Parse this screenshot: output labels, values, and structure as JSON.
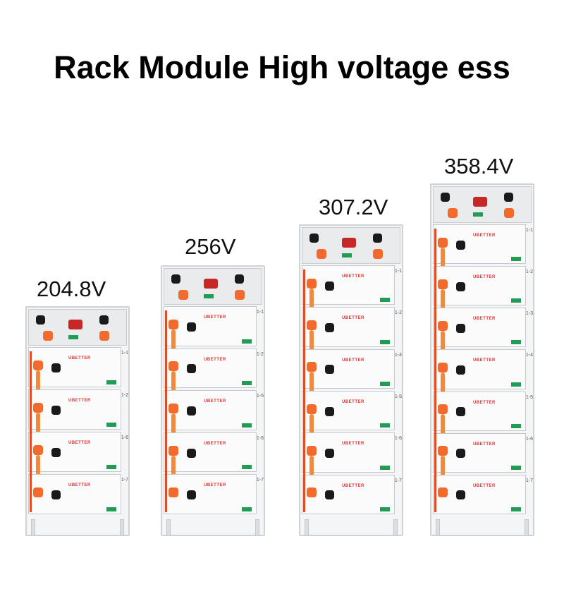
{
  "title": "Rack Module High voltage ess",
  "racks": [
    {
      "voltage": "204.8V",
      "modules": 4,
      "labels": [
        "1-1",
        "1-2",
        "1-6",
        "1-7"
      ]
    },
    {
      "voltage": "256V",
      "modules": 5,
      "labels": [
        "1-1",
        "1-2",
        "1-5",
        "1-6",
        "1-7"
      ]
    },
    {
      "voltage": "307.2V",
      "modules": 6,
      "labels": [
        "1-1",
        "1-2",
        "1-4",
        "1-5",
        "1-6",
        "1-7"
      ]
    },
    {
      "voltage": "358.4V",
      "modules": 7,
      "labels": [
        "1-1",
        "1-2",
        "1-3",
        "1-4",
        "1-5",
        "1-6",
        "1-7"
      ]
    }
  ],
  "brand_text": "UBETTER",
  "colors": {
    "accent": "#f26a2c",
    "frame": "#cfd3d6",
    "terminal": "#1a1a1a"
  }
}
